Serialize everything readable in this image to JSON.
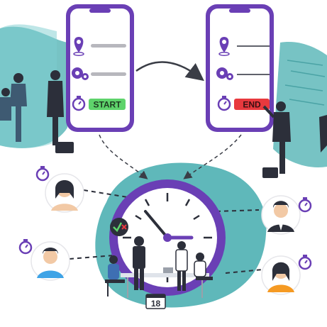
{
  "buttons": {
    "start_label": "START",
    "end_label": "END"
  },
  "calendar": {
    "day": "18"
  },
  "colors": {
    "purple": "#6a3fb5",
    "teal": "#5fb8ba",
    "start_green": "#5ed36b",
    "end_red": "#e8393e",
    "suit_dark": "#2c2f3a",
    "clock_face": "#ffffff"
  },
  "icons": {
    "left_phone": [
      "map-pin-icon",
      "gears-icon",
      "stopwatch-icon"
    ],
    "right_phone": [
      "map-pin-icon",
      "gears-icon",
      "stopwatch-icon"
    ],
    "avatars": [
      "woman-avatar-icon",
      "man-avatar-icon",
      "man-avatar-icon",
      "woman-avatar-icon"
    ]
  }
}
